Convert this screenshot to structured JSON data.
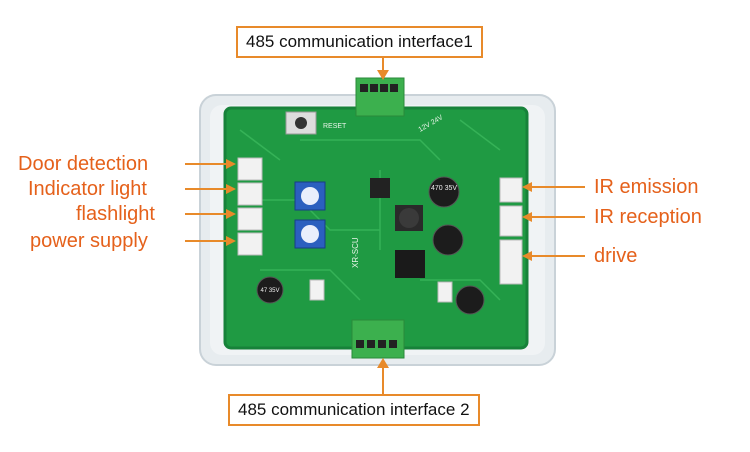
{
  "callouts": {
    "top_interface": "485 communication interface1",
    "bottom_interface": "485 communication interface 2",
    "left": {
      "door_detection": "Door detection",
      "indicator_light": "Indicator light",
      "flashlight": "flashlight",
      "power_supply": "power supply"
    },
    "right": {
      "ir_emission": "IR emission",
      "ir_reception": "IR reception",
      "drive": "drive"
    }
  },
  "board": {
    "silkscreen_model": "XR-SCU",
    "reset_label": "RESET",
    "voltage_label": "12V 24V",
    "capacitor_text": "470 35V",
    "small_cap_text": "47 35V",
    "colors": {
      "pcb": "#1f9a43",
      "pcb_dark": "#17823a",
      "frame": "#e7ecef",
      "terminal_green": "#3cb04e",
      "callout_orange": "#e88a2a",
      "label_orange": "#e5611b"
    }
  }
}
